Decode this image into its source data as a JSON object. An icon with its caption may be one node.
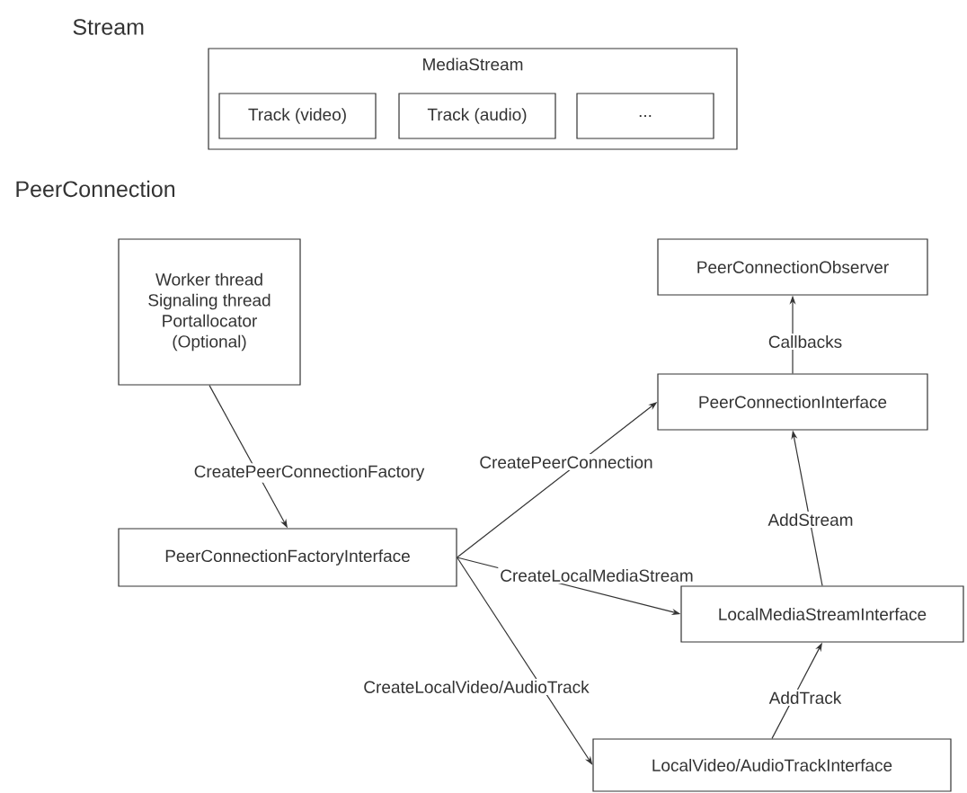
{
  "diagram": {
    "nodes": [
      {
        "text": [
          "MediaStream"
        ]
      },
      {
        "text": [
          "Track (video)"
        ],
        "in": 0
      },
      {
        "text": [
          "Track (audio)"
        ],
        "in": 0
      },
      {
        "text": [
          "..."
        ],
        "in": 0
      },
      {
        "text": [
          "Worker thread",
          "Signaling thread",
          "Portallocator",
          "(Optional)"
        ]
      },
      {
        "text": [
          "PeerConnectionObserver"
        ]
      },
      {
        "text": [
          "PeerConnectionInterface"
        ]
      },
      {
        "text": [
          "PeerConnectionFactoryInterface"
        ]
      },
      {
        "text": [
          "LocalMediaStreamInterface"
        ]
      },
      {
        "text": [
          "LocalVideo/AudioTrackInterface"
        ]
      }
    ],
    "edges": [
      {
        "from": 4,
        "to": 7,
        "arrow": "to",
        "label": "CreatePeerConnectionFactory"
      },
      {
        "from": 7,
        "to": 6,
        "arrow": "to",
        "label": "CreatePeerConnection"
      },
      {
        "from": 7,
        "to": 8,
        "arrow": "to",
        "label": "CreateLocalMediaStream"
      },
      {
        "from": 7,
        "to": 9,
        "arrow": "to",
        "label": "CreateLocalVideo/AudioTrack"
      },
      {
        "from": 6,
        "to": 5,
        "arrow": "to",
        "label": "Callbacks"
      },
      {
        "from": 8,
        "to": 6,
        "arrow": "to",
        "label": "AddStream"
      },
      {
        "from": 9,
        "to": 8,
        "arrow": "to",
        "label": "AddTrack"
      }
    ],
    "labels": [
      "Stream",
      "PeerConnection"
    ]
  }
}
